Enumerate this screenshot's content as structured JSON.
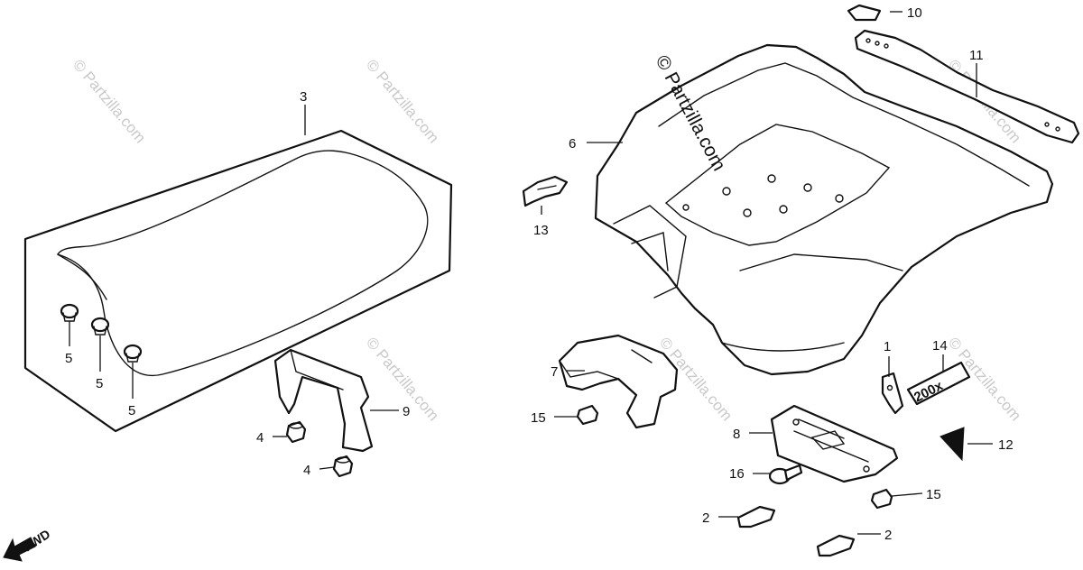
{
  "watermark": {
    "text": "© Partzilla.com"
  },
  "fwd_label": "FWD",
  "callouts": [
    {
      "id": "c1",
      "text": "1"
    },
    {
      "id": "c2a",
      "text": "2"
    },
    {
      "id": "c2b",
      "text": "2"
    },
    {
      "id": "c3",
      "text": "3"
    },
    {
      "id": "c4a",
      "text": "4"
    },
    {
      "id": "c4b",
      "text": "4"
    },
    {
      "id": "c5a",
      "text": "5"
    },
    {
      "id": "c5b",
      "text": "5"
    },
    {
      "id": "c5c",
      "text": "5"
    },
    {
      "id": "c6",
      "text": "6"
    },
    {
      "id": "c7",
      "text": "7"
    },
    {
      "id": "c8",
      "text": "8"
    },
    {
      "id": "c9",
      "text": "9"
    },
    {
      "id": "c10",
      "text": "10"
    },
    {
      "id": "c11",
      "text": "11"
    },
    {
      "id": "c12",
      "text": "12"
    },
    {
      "id": "c13",
      "text": "13"
    },
    {
      "id": "c14",
      "text": "14"
    },
    {
      "id": "c15a",
      "text": "15"
    },
    {
      "id": "c15b",
      "text": "15"
    },
    {
      "id": "c16",
      "text": "16"
    }
  ],
  "emblem_text": "200x"
}
